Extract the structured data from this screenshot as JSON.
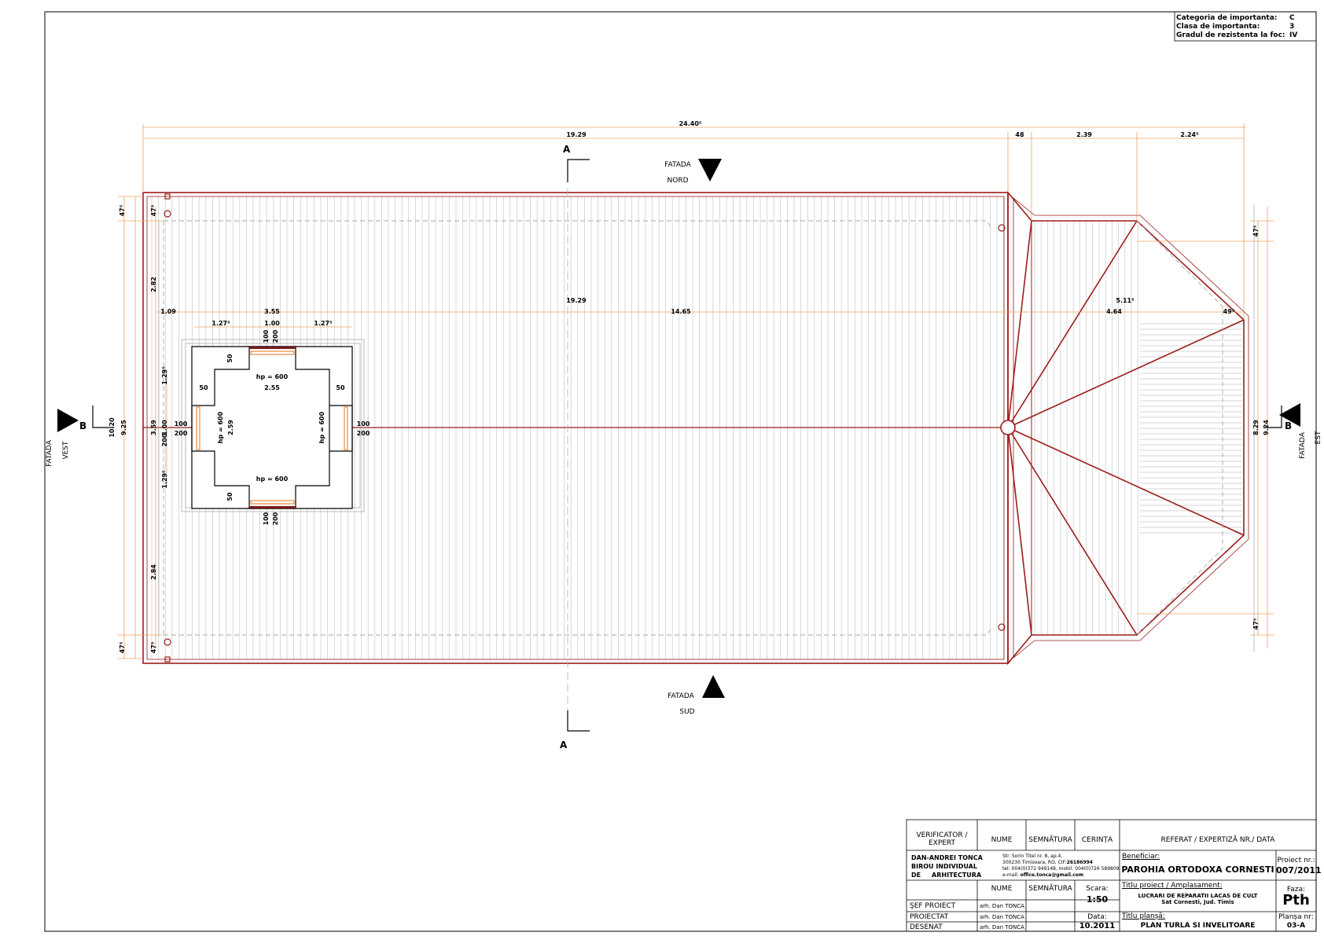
{
  "info_box": {
    "rows": [
      {
        "label": "Categoria de importanta:",
        "value": "C"
      },
      {
        "label": "Clasa de importanta:",
        "value": "3"
      },
      {
        "label": "Gradul de rezistenta la foc:",
        "value": "IV"
      }
    ]
  },
  "section_marks": {
    "a": "A",
    "b": "B"
  },
  "facades": {
    "north": {
      "line1": "FATADA",
      "line2": "NORD"
    },
    "south": {
      "line1": "FATADA",
      "line2": "SUD"
    },
    "west": {
      "line1": "FATADA",
      "line2": "VEST"
    },
    "east": {
      "line1": "FATADA",
      "line2": "EST"
    }
  },
  "dimensions": {
    "total": "24.40⁵",
    "top": [
      "19.29",
      "48",
      "2.39",
      "2.24⁵"
    ],
    "middle": [
      "1.09",
      "3.55",
      "14.65",
      "4.64",
      "49⁵"
    ],
    "middle_total": "19.29",
    "apse_diag": "5.11⁵",
    "tower_top": [
      "1.27⁵",
      "1.00",
      "1.27⁵"
    ],
    "left_outer": [
      "47⁵",
      "2.82",
      "3.59",
      "2.84",
      "47⁵"
    ],
    "left_total": [
      "10.20",
      "9.25"
    ],
    "tower_left": [
      "1.29⁵",
      "1.00",
      "200",
      "1.29⁵"
    ],
    "right": [
      "47⁵",
      "8.29",
      "9.24",
      "47⁵"
    ]
  },
  "tower_labels": {
    "hp_top": "hp = 600",
    "hp_bottom": "hp = 600",
    "hp_left": "hp = 600",
    "hp_right": "hp = 600",
    "inner_w": "2.55",
    "inner_h": "2.59",
    "n50": "50",
    "n100": "100",
    "n200": "200"
  },
  "title_block": {
    "verificator": "VERIFICATOR / EXPERT",
    "nume": "NUME",
    "semnatura": "SEMNĂTURA",
    "cerinta": "CERINȚA",
    "referat": "REFERAT / EXPERTIZĂ NR./ DATA",
    "firm_line1": "DAN-ANDREI TONCA",
    "firm_line2": "BIROU  INDIVIDUAL",
    "firm_line3": "DE     ARHITECTURA",
    "addr1": "Str. Sorin Titel nr. 8, ap.4,",
    "addr2": "300230 Timisoara, RO, CIF:",
    "cif": "26186994",
    "addr3": "tel: 004(0)372 949148, mobil: 004(0)726 589809",
    "addr4": "e-mail: ",
    "email": "office.tonca@gmail.com",
    "beneficiar_label": "Beneficiar:",
    "beneficiar": "PAROHIA ORTODOXA CORNESTI",
    "proiect_nr_label": "Proiect nr.:",
    "proiect_nr": "007/2011",
    "nume2": "NUME",
    "semnatura2": "SEMNĂTURA",
    "scara_label": "Scara:",
    "scara": "1:50",
    "titlu_label": "Titlu proiect / Amplasament:",
    "titlu1": "LUCRARI DE REPARATII LACAS DE CULT",
    "titlu2": "Sat Cornesti, Jud. Timis",
    "faza_label": "Faza:",
    "faza": "Pth",
    "sef": "ŞEF PROIECT",
    "proiectat": "PROIECTAT",
    "desenat": "DESENAT",
    "arh1": "arh. Dan TONCA",
    "arh2": "arh. Dan TONCA",
    "arh3": "arh. Dan TONCA",
    "data_label": "Data:",
    "data": "10.2011",
    "plansa_title_label": "Titlu planșă:",
    "plansa_title": "PLAN TURLA SI INVELITOARE",
    "plansa_nr_label": "Planșa nr:",
    "plansa_nr": "03-A"
  },
  "colors": {
    "roof_red": "#9b1c1c",
    "dim_orange": "#f0a060",
    "hatch_gray": "#bdbdbd",
    "frame": "#000000"
  }
}
